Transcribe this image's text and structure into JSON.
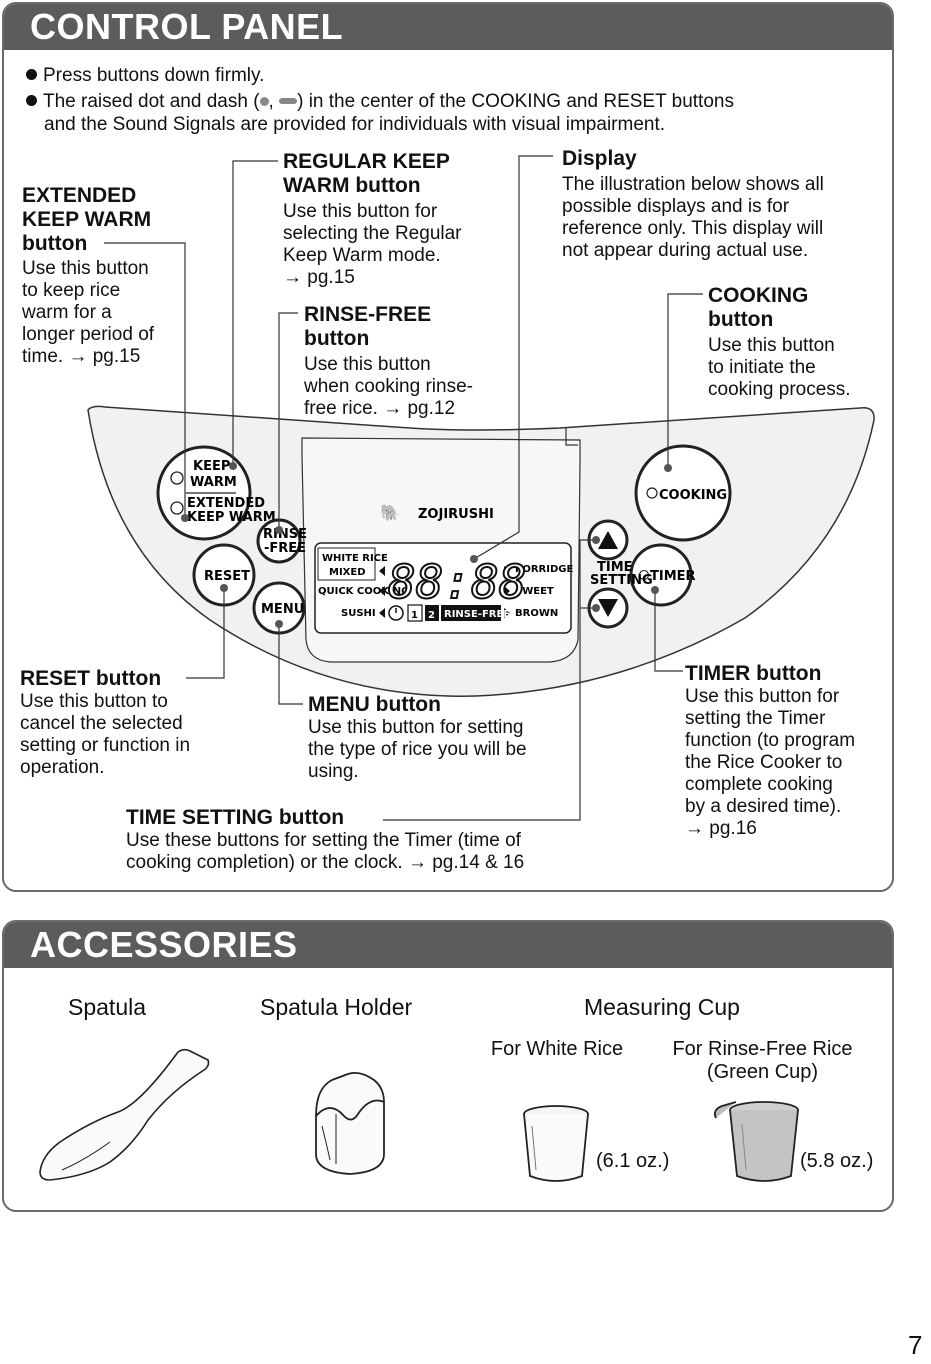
{
  "control_panel": {
    "title": "CONTROL PANEL",
    "bullet_1": "Press buttons down firmly.",
    "bullet_2_a": "The raised dot and dash (",
    "bullet_2_b": ") in the center of the COOKING and RESET buttons",
    "bullet_2_line2": "and the Sound Signals are provided for individuals with visual impairment.",
    "callouts": {
      "extended_keep_warm": {
        "title": "EXTENDED\nKEEP WARM\nbutton",
        "body": "Use this button\nto keep rice\nwarm for a\nlonger period of\ntime. → pg.15"
      },
      "regular_keep_warm": {
        "title": "REGULAR KEEP\nWARM button",
        "body": "Use this button for\nselecting the Regular\nKeep Warm mode.\n→ pg.15"
      },
      "display": {
        "title": "Display",
        "body": "The illustration below shows all\npossible displays and is for\nreference only. This display will\nnot appear during actual use."
      },
      "rinse_free": {
        "title": "RINSE-FREE\nbutton",
        "body": "Use this button\nwhen cooking rinse-\nfree rice. → pg.12"
      },
      "cooking": {
        "title": "COOKING\nbutton",
        "body": "Use this button\nto initiate the\ncooking process."
      },
      "reset": {
        "title": "RESET button",
        "body": "Use this button to\ncancel the selected\nsetting or function in\noperation."
      },
      "menu": {
        "title": "MENU button",
        "body": "Use this button for setting\nthe type of rice you will be\nusing."
      },
      "timer": {
        "title": "TIMER button",
        "body": "Use this button for\nsetting the Timer\nfunction (to program\nthe Rice Cooker to\ncomplete cooking\nby a desired time).\n→ pg.16"
      },
      "time_setting": {
        "title": "TIME SETTING button",
        "body": "Use these buttons for setting the Timer (time of\ncooking completion) or the clock. → pg.14 & 16"
      }
    },
    "panel_labels": {
      "keep_warm": "KEEP\nWARM",
      "extended_keep_warm": "EXTENDED\nKEEP WARM",
      "rinse_free": "RINSE\n-FREE",
      "reset": "RESET",
      "menu": "MENU",
      "cooking": "COOKING",
      "timer": "TIMER",
      "time_setting": "TIME\nSETTING",
      "brand": "ZOJIRUSHI",
      "lcd_left": [
        "WHITE RICE",
        "MIXED",
        "QUICK COOKING",
        "SUSHI"
      ],
      "lcd_right": [
        "PORRIDGE",
        "SWEET",
        "BROWN"
      ],
      "lcd_digits": "88:88",
      "lcd_rinse_free": "RINSE-FREE",
      "lcd_one": "1",
      "lcd_two": "2"
    }
  },
  "accessories": {
    "title": "ACCESSORIES",
    "spatula": "Spatula",
    "spatula_holder": "Spatula Holder",
    "measuring_cup": "Measuring Cup",
    "white_rice": "For White Rice",
    "rinse_free_rice": "For Rinse-Free Rice\n(Green Cup)",
    "white_cup_size": "(6.1 oz.)",
    "green_cup_size": "(5.8 oz.)"
  },
  "page_number": "7",
  "colors": {
    "header_bg": "#5c5c5c",
    "border": "#6b6b6b",
    "panel_fill": "#f2f2f2",
    "lcd_fill": "#ffffff"
  }
}
